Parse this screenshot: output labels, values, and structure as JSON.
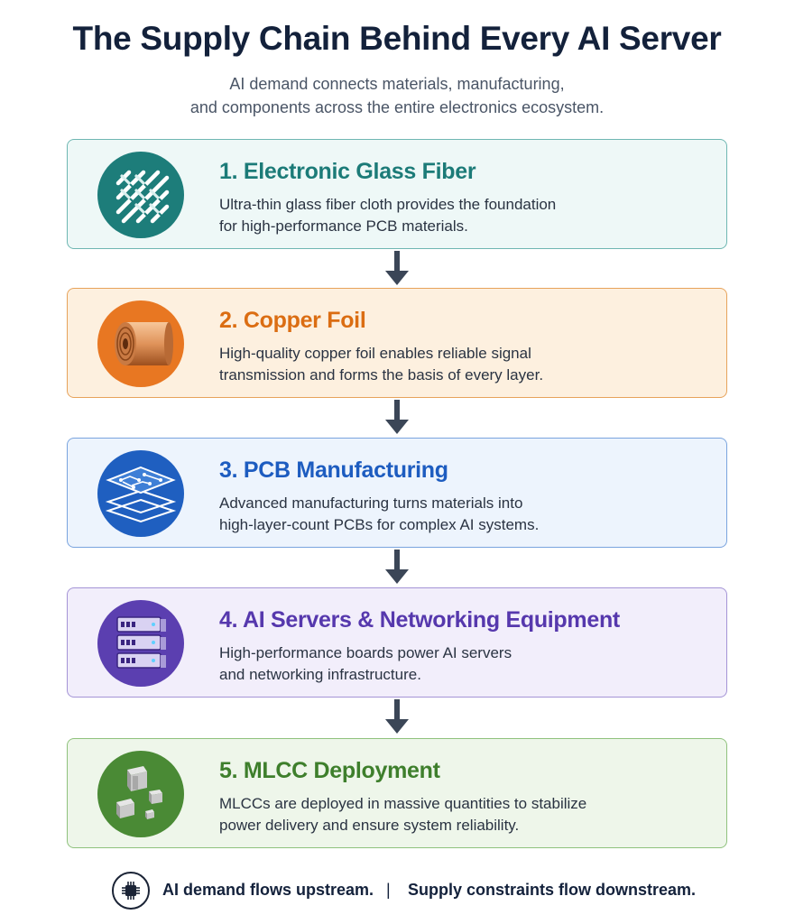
{
  "header": {
    "title": "The Supply Chain Behind Every AI Server",
    "subtitle_line1": "AI demand connects materials, manufacturing,",
    "subtitle_line2": "and components across the entire electronics ecosystem."
  },
  "stages": [
    {
      "title": "1. Electronic Glass Fiber",
      "desc_line1": "Ultra-thin glass fiber cloth provides the foundation",
      "desc_line2": "for high-performance PCB materials.",
      "icon": "glass-fiber-weave-icon",
      "accent": "#1c7b78"
    },
    {
      "title": "2. Copper Foil",
      "desc_line1": "High-quality copper foil enables reliable signal",
      "desc_line2": "transmission and forms the basis of every layer.",
      "icon": "copper-foil-roll-icon",
      "accent": "#db6d12"
    },
    {
      "title": "3. PCB Manufacturing",
      "desc_line1": "Advanced manufacturing turns materials into",
      "desc_line2": "high-layer-count PCBs for complex AI systems.",
      "icon": "pcb-layers-icon",
      "accent": "#1d5cc0"
    },
    {
      "title": "4. AI Servers & Networking Equipment",
      "desc_line1": "High-performance boards power AI servers",
      "desc_line2": "and networking infrastructure.",
      "icon": "server-rack-icon",
      "accent": "#5638ad"
    },
    {
      "title": "5. MLCC Deployment",
      "desc_line1": "MLCCs are deployed in massive quantities to stabilize",
      "desc_line2": "power delivery and ensure system reliability.",
      "icon": "mlcc-components-icon",
      "accent": "#3e7f2c"
    }
  ],
  "footer": {
    "icon": "chip-icon",
    "left": "AI demand flows upstream.",
    "separator": "|",
    "right": "Supply constraints flow downstream."
  }
}
